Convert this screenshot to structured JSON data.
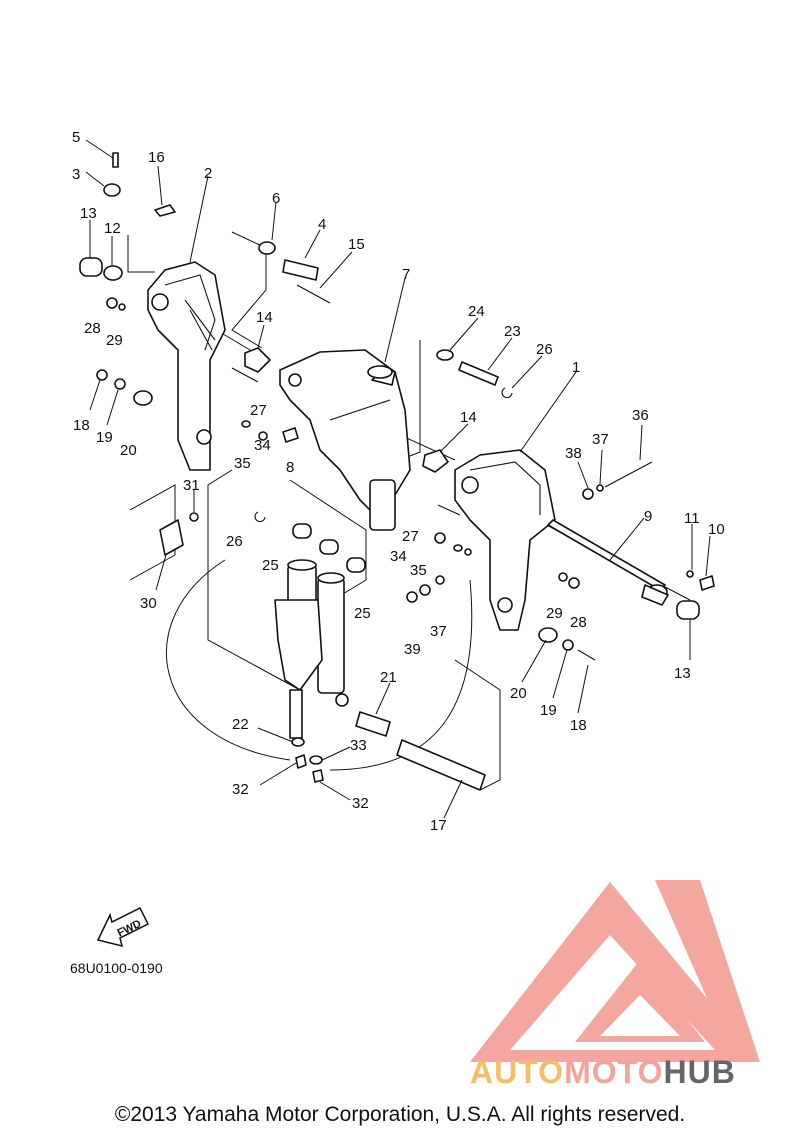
{
  "diagram": {
    "code": "68U0100-0190",
    "fwd_label": "FWD",
    "callouts": [
      "1",
      "2",
      "3",
      "4",
      "5",
      "6",
      "7",
      "8",
      "9",
      "10",
      "11",
      "12",
      "13",
      "13",
      "14",
      "14",
      "15",
      "16",
      "17",
      "18",
      "18",
      "19",
      "19",
      "20",
      "20",
      "21",
      "22",
      "23",
      "24",
      "25",
      "25",
      "26",
      "26",
      "27",
      "27",
      "28",
      "28",
      "29",
      "29",
      "30",
      "31",
      "32",
      "32",
      "33",
      "34",
      "34",
      "35",
      "35",
      "36",
      "37",
      "37",
      "38",
      "39"
    ]
  },
  "watermark": {
    "part1": "AUTO",
    "part2": "MOTO",
    "part3": "HUB",
    "colors": {
      "auto": "#f3bf6b",
      "moto": "#f2a49a",
      "hub": "#666666",
      "triangle": "#f08a80"
    }
  },
  "footer": {
    "copyright": "©2013 Yamaha Motor Corporation, U.S.A. All rights reserved."
  }
}
